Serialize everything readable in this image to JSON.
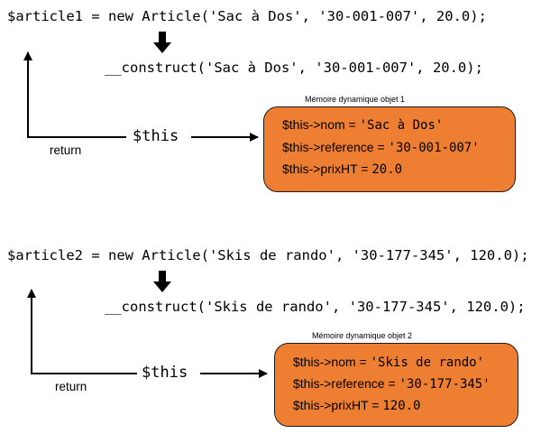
{
  "colors": {
    "box_fill": "#ee7e32",
    "text": "#000000"
  },
  "icons": [
    "arrow-down-icon",
    "arrow-right-icon",
    "return-arrow-icon"
  ],
  "objects": [
    {
      "instantiation": "$article1 = new Article('Sac à Dos', '30-001-007', 20.0);",
      "construct_call": "__construct('Sac à Dos', '30-001-007', 20.0);",
      "return_label": "return",
      "this_label": "$this",
      "memory_title": "Mémoire dynamique objet 1",
      "memory_rows": [
        {
          "prop": "$this->nom = ",
          "value": "'Sac à Dos'"
        },
        {
          "prop": "$this->reference = ",
          "value": "'30-001-007'"
        },
        {
          "prop": "$this->prixHT = ",
          "value": "20.0"
        }
      ]
    },
    {
      "instantiation": "$article2 = new Article('Skis de rando', '30-177-345', 120.0);",
      "construct_call": "__construct('Skis de rando', '30-177-345', 120.0);",
      "return_label": "return",
      "this_label": "$this",
      "memory_title": "Mémoire dynamique objet 2",
      "memory_rows": [
        {
          "prop": "$this->nom = ",
          "value": "'Skis de rando'"
        },
        {
          "prop": "$this->reference = ",
          "value": "'30-177-345'"
        },
        {
          "prop": "$this->prixHT = ",
          "value": "120.0"
        }
      ]
    }
  ]
}
